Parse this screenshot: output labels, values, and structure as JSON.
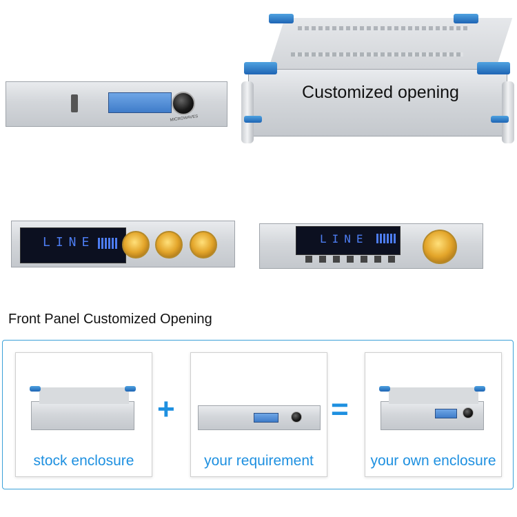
{
  "hero": {
    "opening_label": "Customized opening",
    "panel_brand": "MICROWAVES"
  },
  "samples": {
    "lcd_text": "LINE"
  },
  "section": {
    "title": "Front Panel Customized Opening"
  },
  "equation": {
    "plus_sign": "+",
    "equals_sign": "=",
    "items": [
      {
        "caption": "stock enclosure"
      },
      {
        "caption": "your requirement"
      },
      {
        "caption": "your own enclosure"
      }
    ]
  },
  "colors": {
    "accent_blue": "#1e90e0",
    "corner_blue": "#2a7fd0",
    "knob_gold": "#e3a52a"
  }
}
